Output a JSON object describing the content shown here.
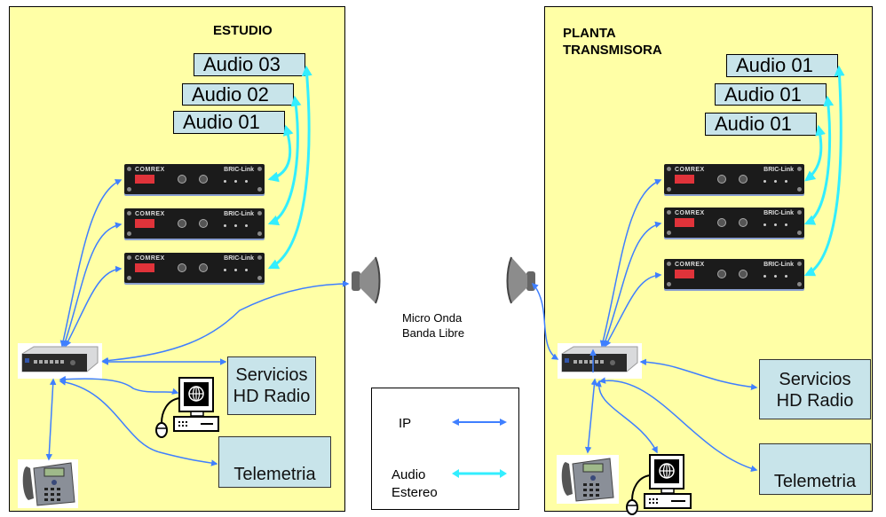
{
  "left_panel": {
    "title": "ESTUDIO",
    "audio_inputs": [
      {
        "label": "Audio 03"
      },
      {
        "label": "Audio 02"
      },
      {
        "label": "Audio 01"
      }
    ],
    "codecs": [
      {
        "brand": "COMREX",
        "model": "BRIC-Link"
      },
      {
        "brand": "COMREX",
        "model": "BRIC-Link"
      },
      {
        "brand": "COMREX",
        "model": "BRIC-Link"
      }
    ],
    "services": {
      "line1": "Servicios",
      "line2": "HD Radio"
    },
    "telemetry": "Telemetria"
  },
  "right_panel": {
    "title_line1": "PLANTA",
    "title_line2": "TRANSMISORA",
    "audio_outputs": [
      {
        "label": "Audio 01"
      },
      {
        "label": "Audio 01"
      },
      {
        "label": "Audio 01"
      }
    ],
    "codecs": [
      {
        "brand": "COMREX",
        "model": "BRIC-Link"
      },
      {
        "brand": "COMREX",
        "model": "BRIC-Link"
      },
      {
        "brand": "COMREX",
        "model": "BRIC-Link"
      }
    ],
    "services": {
      "line1": "Servicios",
      "line2": "HD Radio"
    },
    "telemetry": "Telemetria"
  },
  "link": {
    "line1": "Micro Onda",
    "line2": "Banda Libre"
  },
  "legend": {
    "items": [
      {
        "label": "IP",
        "color": "#3f7fff"
      },
      {
        "label_line1": "Audio",
        "label_line2": "Estereo",
        "color": "#33eeff"
      }
    ]
  },
  "colors": {
    "panel_bg": "#ffffa6",
    "box_bg": "#c8e4ea",
    "ip_line": "#3f7fff",
    "audio_line": "#33eeff"
  }
}
